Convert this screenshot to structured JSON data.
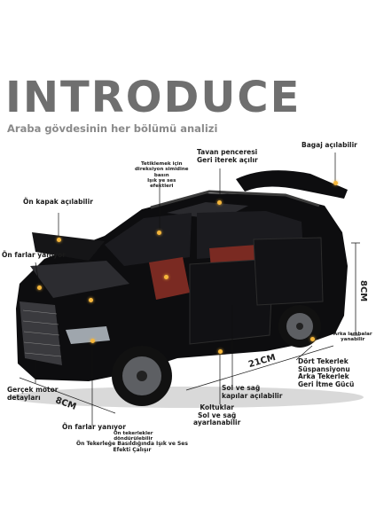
{
  "header": {
    "title": "INTRODUCE",
    "subtitle": "Araba gövdesinin her bölümü analizi"
  },
  "labels": {
    "tavan": [
      "Tavan penceresi",
      "Geri iterek açılır"
    ],
    "bagaj": "Bagaj açılabilir",
    "tetik": [
      "Tetiklemek için",
      "direksiyon simidine",
      "basın",
      "Işık ve ses",
      "efektleri"
    ],
    "on_kapak": "Ön kapak açılabilir",
    "on_farlar_1": "Ön farlar yanıyor",
    "motor": [
      "Gerçek motor",
      "detayları"
    ],
    "on_farlar_2": "Ön farlar yanıyor",
    "on_teker_small": [
      "Ön tekerlekler",
      "döndürülebilir"
    ],
    "on_teker": [
      "Ön Tekerleğe Basıldığında Işık ve Ses",
      "Efekti Çalışır"
    ],
    "koltuk": [
      "Koltuklar",
      "Sol ve sağ",
      "ayarlanabilir"
    ],
    "kapilar": [
      "Sol ve sağ",
      "kapılar açılabilir"
    ],
    "dort": [
      "Dört Tekerlek",
      "Süspansiyonu",
      "Arka Tekerlek",
      "Geri İtme Gücü"
    ],
    "arka_lamba": [
      "Arka lambalar",
      "yanabilir"
    ]
  },
  "dimensions": {
    "height": "8CM",
    "length": "21CM",
    "width": "8CM"
  },
  "colors": {
    "title": "#6f6f6f",
    "accent_dot": "#f6b73c",
    "car_body": "#0d0d0f",
    "interior": "#7a2a22"
  }
}
